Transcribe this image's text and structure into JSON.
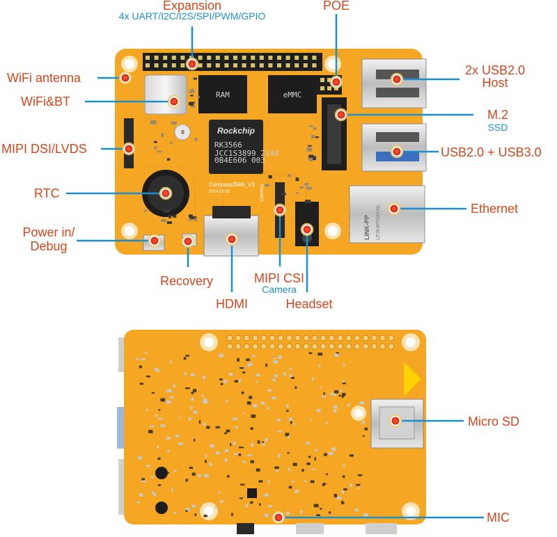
{
  "top_labels": {
    "expansion": "Expansion",
    "expansion_sub": "4x UART/I2C/I2S/SPI/PWM/GPIO",
    "poe": "POE",
    "wifi_antenna": "WiFi antenna",
    "wifi_bt": "WiFi&BT",
    "mipi_dsi": "MIPI DSI/LVDS",
    "rtc": "RTC",
    "power_debug_1": "Power in/",
    "power_debug_2": "Debug",
    "recovery": "Recovery",
    "hdmi": "HDMI",
    "mipi_csi": "MIPI CSI",
    "mipi_csi_sub": "Camera",
    "headset": "Headset",
    "usb2_host_1": "2x USB2.0",
    "usb2_host_2": "Host",
    "m2": "M.2",
    "m2_sub": "SSD",
    "usb_combo": "USB2.0 + USB3.0",
    "ethernet": "Ethernet"
  },
  "bottom_labels": {
    "micro_sd": "Micro SD",
    "mic": "MIC"
  },
  "board_print": {
    "ram": "RAM",
    "emmc": "eMMC",
    "soc_brand": "Rockchip",
    "soc_model": "RK3566",
    "soc_line1": "JCC1S3899 2140",
    "soc_line2": "0B4E606 003",
    "board_name": "Compass3566_V3",
    "board_date": "2024.03.02",
    "camera_silk": "Camera",
    "eth_brand": "LINK-PP",
    "eth_part": "LPJK4070AGNL"
  },
  "colors": {
    "label": "#d6451b",
    "sublabel": "#1a8fd0",
    "leader": "#1a8fd0",
    "pcb": "#f5a623",
    "marker": "#e8321f"
  }
}
